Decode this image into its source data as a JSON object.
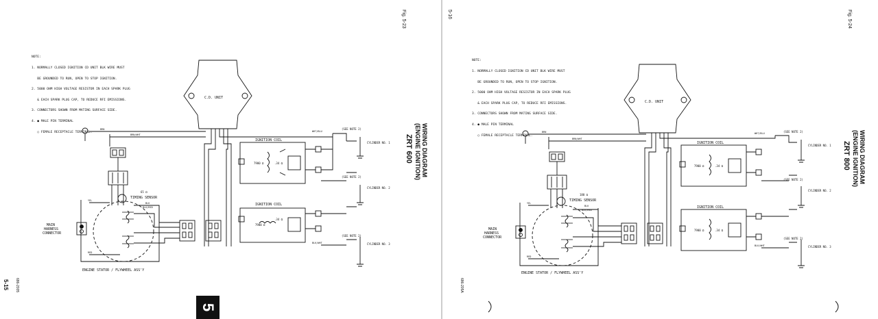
{
  "left_page": {
    "fig": "Fig. 5-23",
    "title1": "WIRING DIAGRAM",
    "title2": "(ENGINE IGNITION)",
    "model": "ZRT 600",
    "page_num": "5-15",
    "doc_code": "686-2005",
    "tab": "5",
    "notes": [
      "NOTE:",
      "1. NORMALLY CLOSED IGNITION CD UNIT BLK WIRE MUST",
      "   BE GROUNDED TO RUN, OPEN TO STOP IGNITION.",
      "2. 5000 OHM HIGH VOLTAGE RESISTOR IN EACH SPARK PLUG",
      "   & EACH SPARK PLUG CAP, TO REDUCE RFI EMISSIONS.",
      "3. CONNECTORS SHOWN FROM MATING SURFACE SIDE.",
      "4. ● MALE PIN TERMINAL",
      "   ○ FEMALE RECEPTACLE TERMINAL."
    ],
    "cd_unit": "C.D. UNIT",
    "ign_coil": "IGNITION COIL",
    "timing": "TIMING SENSOR",
    "harness": [
      "MAIN",
      "HARNESS",
      "CONNECTOR"
    ],
    "stator": "ENGINE STATOR / FLYWHEEL ASS'Y",
    "cyl": [
      "CYLINDER NO. 1",
      "CYLINDER NO. 2",
      "CYLINDER NO. 3"
    ],
    "see_note": "(SEE NOTE 2)",
    "res_coil": "7900 Ω",
    "res_sec": ".34 Ω",
    "res_ts": "65 Ω",
    "wire_labels": [
      "BRN",
      "BRN/WHT",
      "WHT/BLU",
      "BLK/WHT",
      "BLK",
      "BLK/RED",
      "YEL",
      "RED"
    ]
  },
  "right_page": {
    "fig": "Fig. 5-24",
    "title1": "WIRING DIAGRAM",
    "title2": "(ENGINE IGNITION)",
    "model": "ZRT 800",
    "page_num": "5-16",
    "doc_code": "686-205A",
    "notes": [
      "NOTE:",
      "1. NORMALLY CLOSED IGNITION CD UNIT BLK WIRE MUST",
      "   BE GROUNDED TO RUN, OPEN TO STOP IGNITION.",
      "2. 5000 OHM HIGH VOLTAGE RESISTOR IN EACH SPARK PLUG",
      "   & EACH SPARK PLUG CAP, TO REDUCE RFI EMISSIONS.",
      "3. CONNECTORS SHOWN FROM MATING SURFACE SIDE.",
      "4. ● MALE PIN TERMINAL",
      "   ○ FEMALE RECEPTACLE TERMINAL."
    ],
    "cd_unit": "C.D. UNIT",
    "ign_coil": "IGNITION COIL",
    "timing": "TIMING SENSOR",
    "harness": [
      "MAIN",
      "HARNESS",
      "CONNECTOR"
    ],
    "stator": "ENGINE STATOR / FLYWHEEL ASS'Y",
    "cyl": [
      "CYLINDER NO. 1",
      "CYLINDER NO. 2",
      "CYLINDER NO. 3"
    ],
    "see_note": "(SEE NOTE 2)",
    "res_coil": "7900 Ω",
    "res_sec": ".34 Ω",
    "res_ts": "180 Ω",
    "wire_labels": [
      "BRN",
      "BRN/WHT",
      "WHT/BLU",
      "BLK/WHT",
      "BLK",
      "BLK/RED",
      "YEL",
      "RED"
    ]
  }
}
